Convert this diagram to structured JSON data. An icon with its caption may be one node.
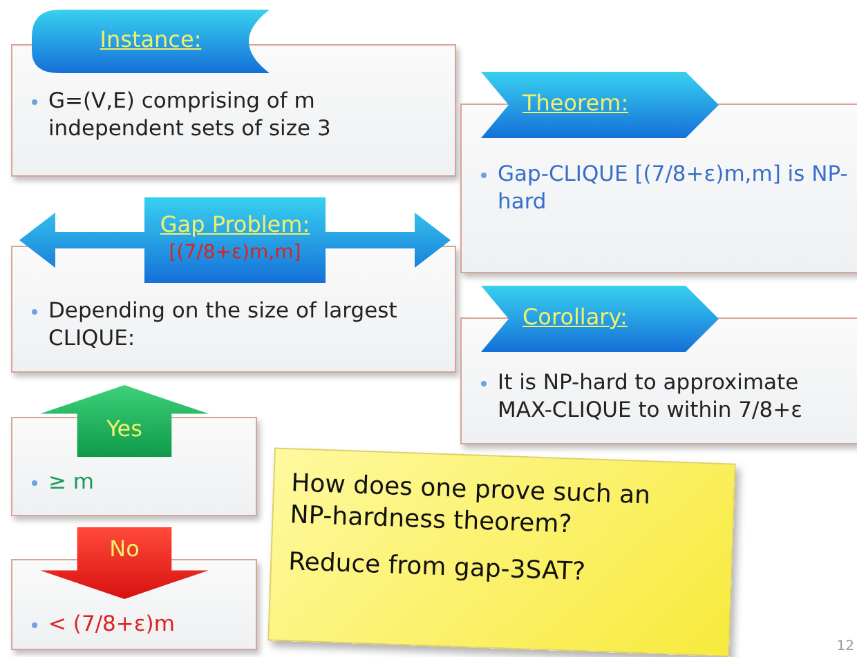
{
  "diagram": {
    "nodes": [
      {
        "text": [
          "Instance:",
          "G=(V,E) comprising of m independent sets of size 3"
        ]
      },
      {
        "text": [
          "Gap Problem:",
          "[(7/8+ε)m,m]",
          "Depending on the size of largest CLIQUE:"
        ]
      },
      {
        "text": [
          "Yes",
          "≥ m"
        ]
      },
      {
        "text": [
          "No",
          "< (7/8+ε)m"
        ]
      },
      {
        "text": [
          "Theorem:",
          "Gap-CLIQUE [(7/8+ε)m,m] is NP-hard"
        ]
      },
      {
        "text": [
          "Corollary:",
          "It is NP-hard to approximate MAX-CLIQUE to within 7/8+ε"
        ]
      },
      {
        "text": [
          "How does one prove such an NP-hardness theorem?",
          "Reduce from gap-3SAT?"
        ]
      }
    ],
    "labels": [
      "12"
    ]
  }
}
